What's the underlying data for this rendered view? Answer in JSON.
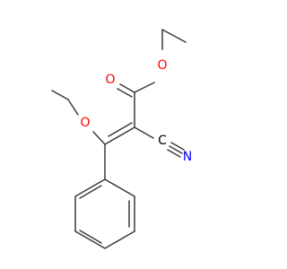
{
  "molecule": {
    "atoms": [
      {
        "symbol": "O",
        "color": "#ff0000"
      },
      {
        "symbol": "O",
        "color": "#ff0000"
      },
      {
        "symbol": "O",
        "color": "#ff0000"
      },
      {
        "symbol": "N",
        "color": "#0000ff"
      },
      {
        "symbol": "C",
        "color": "#000000"
      }
    ]
  },
  "colors": {
    "bond": "#3a3a3a",
    "oxygen": "#ff0000",
    "nitrogen": "#0000ff",
    "background": "#ffffff"
  }
}
